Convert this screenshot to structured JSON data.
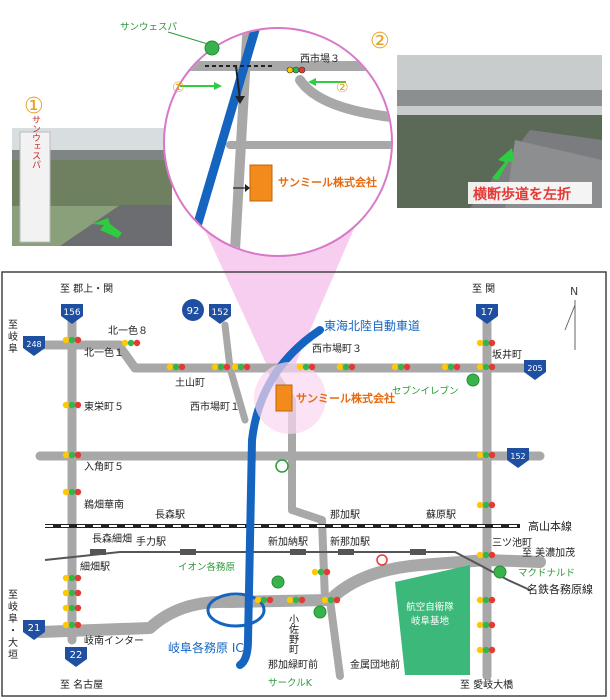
{
  "photos": {
    "num1": "①",
    "num2": "②",
    "arrow_caption": "横断歩道を左折",
    "sign_text": "サンウェスパ"
  },
  "inset": {
    "sunwespa": "サンウェスパ",
    "nishiichiba3": "西市場３",
    "marker1": "①",
    "marker2": "②",
    "company": "サンミール株式会社"
  },
  "map": {
    "north": "N",
    "to_gujo": "至 郡上・関",
    "to_seki": "至 関",
    "to_gifu": "至\n岐\n阜",
    "to_minokamo": "至 美濃加茂",
    "to_nagoya": "至 名古屋",
    "to_gifu_ogaki": "至\n岐\n阜\n・\n大\n垣",
    "to_kagamiohashi": "至 愛岐大橋",
    "expressway": "東海北陸自動車道",
    "gifu_kakamigahara_ic": "岐阜各務原 IC",
    "takayama_line": "高山本線",
    "meitetsu_line": "名鉄各務原線",
    "company": "サンミール株式会社",
    "jsdf_base": "航空自衛隊\n岐阜基地",
    "places": {
      "kitaishiki8": "北一色８",
      "kitaishiki1": "北一色１",
      "nishiichiba3": "西市場町３",
      "sakaimachi": "坂井町",
      "tsuchiyamacho": "土山町",
      "nishiichiba1": "西市場町１",
      "higashieimachi5": "東栄町５",
      "irihata5": "入角町５",
      "ekihatakanan": "鵜畑華南",
      "nagamorieki": "長森駅",
      "nakanasehoso": "長森細畑",
      "kirihatasta": "細畑駅",
      "tejikara": "手力駅",
      "shinkanoeki": "新加納駅",
      "kanoeki": "那加駅",
      "shinnakaeki": "新那加駅",
      "sohara": "蘇原駅",
      "mitsuike": "三ツ池町",
      "kakaminan_ic": "岐南インター",
      "osano": "小佐野町",
      "nakasen": "那加緑町前",
      "kanadancho": "金属団地前"
    },
    "green_labels": {
      "seven_eleven": "セブンイレブン",
      "aeon": "イオン各務原",
      "mcdonalds": "マクドナルド",
      "circle_k": "サークルK"
    },
    "route_numbers": {
      "r156": "156",
      "r92": "92",
      "r152a": "152",
      "r17": "17",
      "r248": "248",
      "r205": "205",
      "r152b": "152",
      "r21": "21",
      "r22": "22"
    }
  },
  "colors": {
    "expressway": "#1565c0",
    "route_shield": "#1e4fa0",
    "base_green": "#3cb87a",
    "photo_arrow": "#2ecc40",
    "caption_red": "#e53935",
    "highlight_pink": "#f6c6ec"
  }
}
